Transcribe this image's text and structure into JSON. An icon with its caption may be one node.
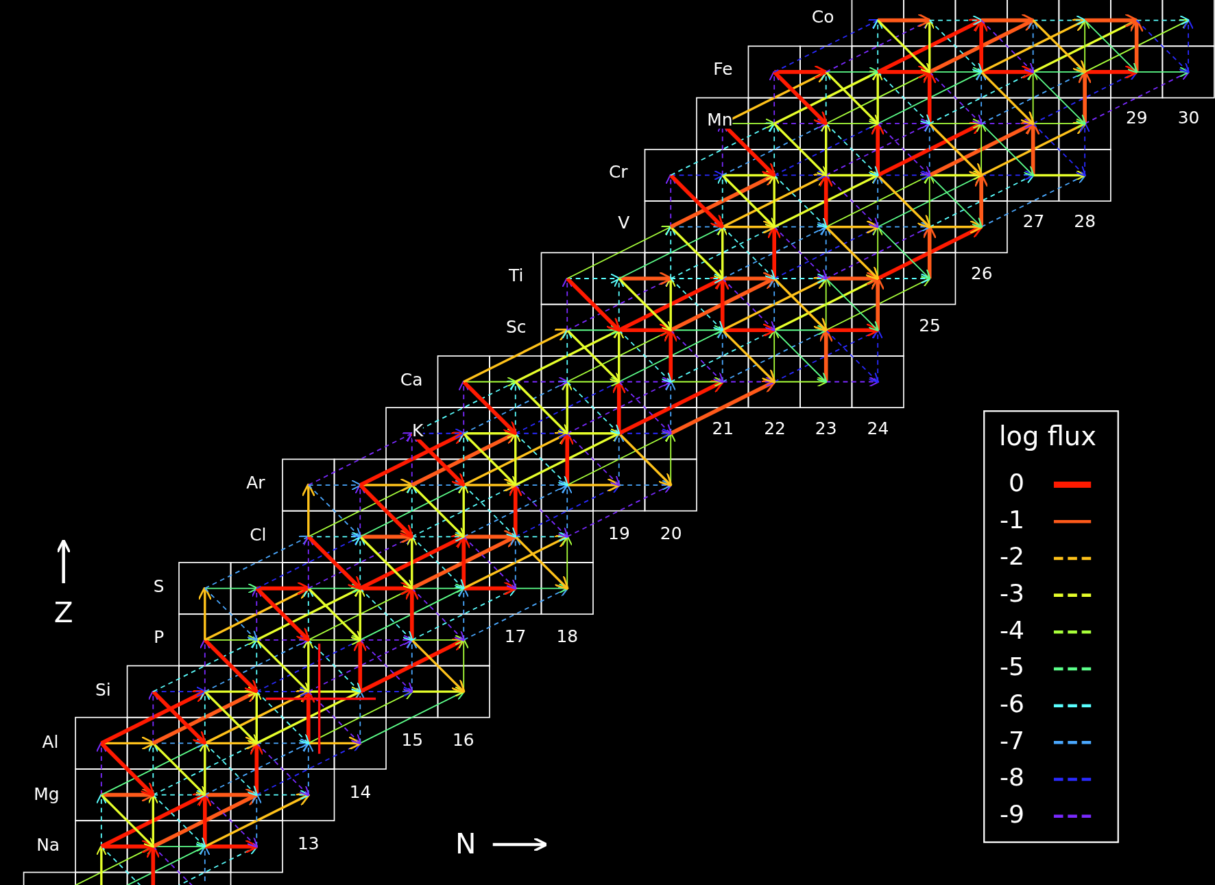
{
  "diagram": {
    "labels": [
      "Co",
      "Fe",
      "Mn",
      "29",
      "30",
      "Cr",
      "V",
      "27",
      "28",
      "Ti",
      "26",
      "Sc",
      "25",
      "Ca",
      "K",
      "21",
      "22",
      "23",
      "24",
      "Ar",
      "Cl",
      "19",
      "20",
      "S",
      "Z",
      "P",
      "17",
      "18",
      "Si",
      "Al",
      "15",
      "16",
      "Mg",
      "14",
      "Na",
      "13",
      "N",
      "log flux"
    ],
    "legend": [
      {
        "text": "0"
      },
      {
        "text": "-1"
      },
      {
        "text": "-2"
      },
      {
        "text": "-3"
      },
      {
        "text": "-4"
      },
      {
        "text": "-5"
      },
      {
        "text": "-6"
      },
      {
        "text": "-7"
      },
      {
        "text": "-8"
      },
      {
        "text": "-9"
      }
    ]
  }
}
